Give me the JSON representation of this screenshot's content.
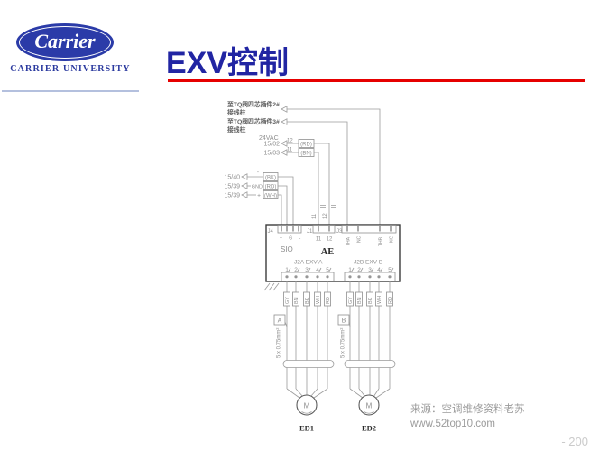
{
  "header": {
    "logo": {
      "brand": "Carrier",
      "university": "CARRIER UNIVERSITY"
    },
    "title": "EXV控制"
  },
  "diagram": {
    "external_labels": [
      {
        "line1": "至TQ阀四芯插件2#",
        "line2": "接线柱"
      },
      {
        "line1": "至TQ阀四芯插件3#",
        "line2": "接线柱"
      }
    ],
    "power": {
      "voltage": "24VAC",
      "rows": [
        {
          "ref": "15/02",
          "terminal": "12",
          "color": "(RD)"
        },
        {
          "ref": "15/03",
          "terminal": "11",
          "color": "(BN)"
        }
      ]
    },
    "sio_rows": [
      {
        "ref": "15/40",
        "signal": "-",
        "color": "(BK)"
      },
      {
        "ref": "15/39",
        "signal": "GND",
        "color": "(RD)"
      },
      {
        "ref": "15/39",
        "signal": "+",
        "color": "(WH)"
      }
    ],
    "wire_labels": [
      "11",
      "12"
    ],
    "module": {
      "name": "AE",
      "sio": "SIO",
      "j4": {
        "label": "J4",
        "pin_marks": "+ G -"
      },
      "j1": {
        "label": "J1",
        "pins": [
          "11",
          "12"
        ]
      },
      "j3": {
        "label": "J3",
        "pin_labels": [
          "THA",
          "NC",
          "THB",
          "NC"
        ]
      },
      "j2a": {
        "label": "J2A EXV A",
        "pins": [
          "1",
          "2",
          "3",
          "4",
          "5"
        ]
      },
      "j2b": {
        "label": "J2B EXV B",
        "pins": [
          "1",
          "2",
          "3",
          "4",
          "5"
        ]
      }
    },
    "wire_colors": [
      "GY",
      "BN",
      "BK",
      "WH",
      "RD"
    ],
    "cable_a": {
      "tag": "A",
      "spec": "5 x 0.75mm²"
    },
    "cable_b": {
      "tag": "B",
      "spec": "5 x 0.75mm²"
    },
    "motors": [
      {
        "symbol": "M",
        "name": "ED1"
      },
      {
        "symbol": "M",
        "name": "ED2"
      }
    ]
  },
  "footer": {
    "source_line1": "来源：空调维修资料老苏",
    "source_line2": "www.52top10.com",
    "page": "- 200"
  }
}
